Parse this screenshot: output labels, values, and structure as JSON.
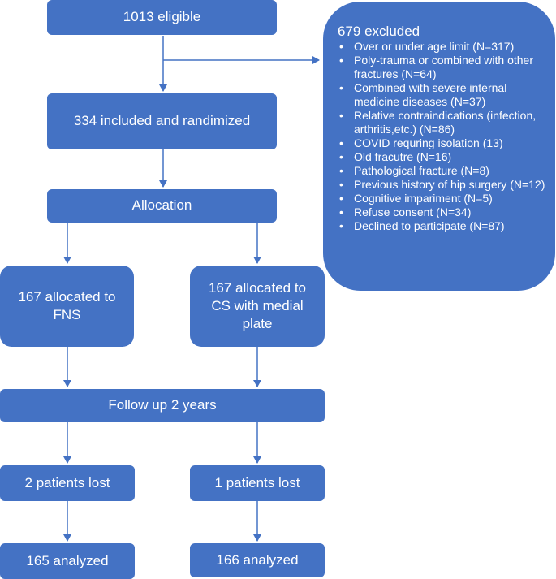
{
  "boxes": {
    "eligible": "1013 eligible",
    "included": "334 included and randimized",
    "allocation": "Allocation",
    "fns": "167 allocated to FNS",
    "cs": "167 allocated to CS with medial plate",
    "followup": "Follow up 2 years",
    "lost_left": "2 patients lost",
    "lost_right": "1 patients lost",
    "analyzed_left": "165 analyzed",
    "analyzed_right": "166 analyzed"
  },
  "excluded": {
    "title": "679 excluded",
    "items": [
      "Over or under age limit (N=317)",
      "Poly-trauma or combined with other fractures (N=64)",
      "Combined with severe internal medicine diseases (N=37)",
      "Relative contraindications (infection, arthritis,etc.) (N=86)",
      "COVID requring isolation (13)",
      "Old fracutre (N=16)",
      "Pathological fracture (N=8)",
      "Previous history of hip surgery (N=12)",
      "Cognitive impariment (N=5)",
      "Refuse consent (N=34)",
      "Declined to participate (N=87)"
    ]
  },
  "colors": {
    "box_fill": "#4472C4",
    "arrow": "#4472C4",
    "text": "#FFFFFF"
  }
}
